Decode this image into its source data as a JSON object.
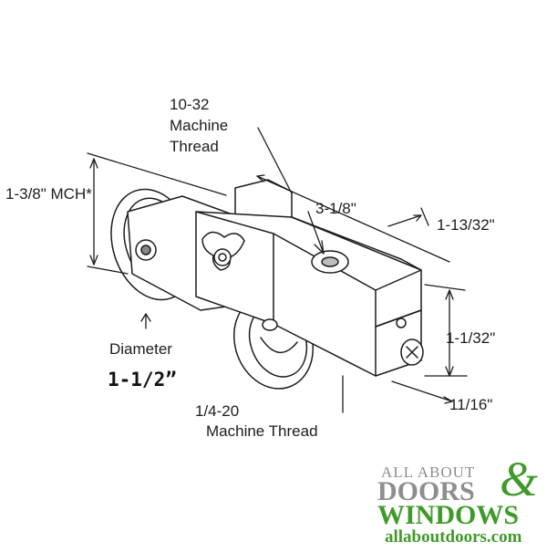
{
  "labels": {
    "thread_top": [
      "10-32",
      "Machine",
      "Thread"
    ],
    "height": "1-3/8\" MCH*",
    "length": "3-1/8\"",
    "right_top": "1-13/32\"",
    "right_mid": "1-1/32\"",
    "right_bot": "11/16\"",
    "diameter_label": "Diameter",
    "diameter_value": "1-1/2”",
    "thread_bottom": [
      "1/4-20",
      "Machine Thread"
    ]
  },
  "logo": {
    "top": "ALL ABOUT",
    "brand1": "DOORS",
    "ampersand": "&",
    "brand2": "WINDOWS",
    "url": "allaboutdoors.com",
    "colors": {
      "gray": "#8e8e8e",
      "green": "#3f9a2a"
    }
  }
}
